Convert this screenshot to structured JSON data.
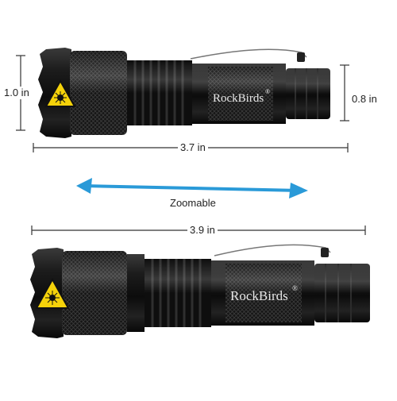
{
  "top_flashlight": {
    "brand": "RockBirds",
    "brand_mark": "®",
    "head_height_label": "1.0 in",
    "tail_height_label": "0.8 in",
    "length_label": "3.7 in"
  },
  "zoom": {
    "label": "Zoomable",
    "arrow_color": "#2a9ad8"
  },
  "bottom_flashlight": {
    "brand": "RockBirds",
    "brand_mark": "®",
    "length_label": "3.9 in"
  },
  "colors": {
    "warning_yellow": "#f5d20a",
    "body_black": "#141414",
    "dimension_line": "#333333"
  }
}
